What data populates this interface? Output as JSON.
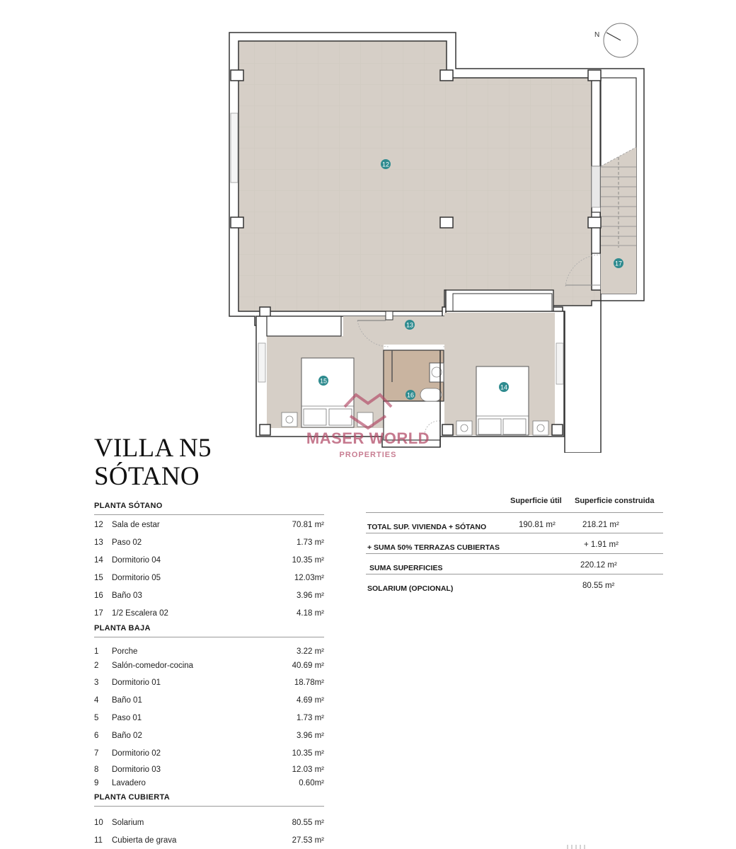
{
  "title": {
    "line1": "VILLA N5",
    "line2": "SÓTANO"
  },
  "watermark": {
    "brand": "MASER WORLD",
    "sub": "PROPERTIES",
    "color": "#b04664"
  },
  "plan": {
    "compass_label": "N",
    "floor_color": "#d6cfc7",
    "bath_color": "#c9b4a0",
    "marker_color": "#2f8b8f",
    "room_markers": [
      "12",
      "13",
      "14",
      "15",
      "16",
      "17"
    ]
  },
  "sections": [
    {
      "heading": "PLANTA SÓTANO",
      "rows": [
        {
          "num": "12",
          "name": "Sala de estar",
          "area": "70.81 m²"
        },
        {
          "num": "13",
          "name": "Paso 02",
          "area": "1.73 m²"
        },
        {
          "num": "14",
          "name": "Dormitorio 04",
          "area": "10.35 m²"
        },
        {
          "num": "15",
          "name": "Dormitorio 05",
          "area": "12.03m²"
        },
        {
          "num": "16",
          "name": "Baño 03",
          "area": "3.96 m²"
        },
        {
          "num": "17",
          "name": "1/2 Escalera 02",
          "area": "4.18 m²"
        }
      ]
    },
    {
      "heading": "PLANTA BAJA",
      "rows": [
        {
          "num": "1",
          "name": "Porche",
          "area": "3.22 m²"
        },
        {
          "num": "2",
          "name": "Salón-comedor-cocina",
          "area": "40.69 m²"
        },
        {
          "num": "3",
          "name": "Dormitorio 01",
          "area": "18.78m²"
        },
        {
          "num": "4",
          "name": "Baño 01",
          "area": "4.69 m²"
        },
        {
          "num": "5",
          "name": "Paso 01",
          "area": "1.73 m²"
        },
        {
          "num": "6",
          "name": "Baño 02",
          "area": "3.96 m²"
        },
        {
          "num": "7",
          "name": "Dormitorio 02",
          "area": "10.35 m²"
        },
        {
          "num": "8",
          "name": "Dormitorio 03",
          "area": "12.03 m²"
        },
        {
          "num": "9",
          "name": "Lavadero",
          "area": "0.60m²"
        }
      ]
    },
    {
      "heading": "PLANTA CUBIERTA",
      "rows": [
        {
          "num": "10",
          "name": "Solarium",
          "area": "80.55 m²"
        },
        {
          "num": "11",
          "name": "Cubierta de grava",
          "area": "27.53 m²"
        }
      ]
    }
  ],
  "summary": {
    "col_util": "Superficie útil",
    "col_construida": "Superficie construida",
    "rows": [
      {
        "label": "TOTAL SUP. VIVIENDA + SÓTANO",
        "util": "190.81  m²",
        "construida": "218.21 m²"
      },
      {
        "label": "+ SUMA 50% TERRAZAS CUBIERTAS",
        "util": "",
        "construida": "+ 1.91 m²"
      },
      {
        "label": "SUMA SUPERFICIES",
        "util": "",
        "construida": "220.12 m²"
      },
      {
        "label": "SOLARIUM (OPCIONAL)",
        "util": "",
        "construida": "80.55 m²"
      }
    ]
  }
}
